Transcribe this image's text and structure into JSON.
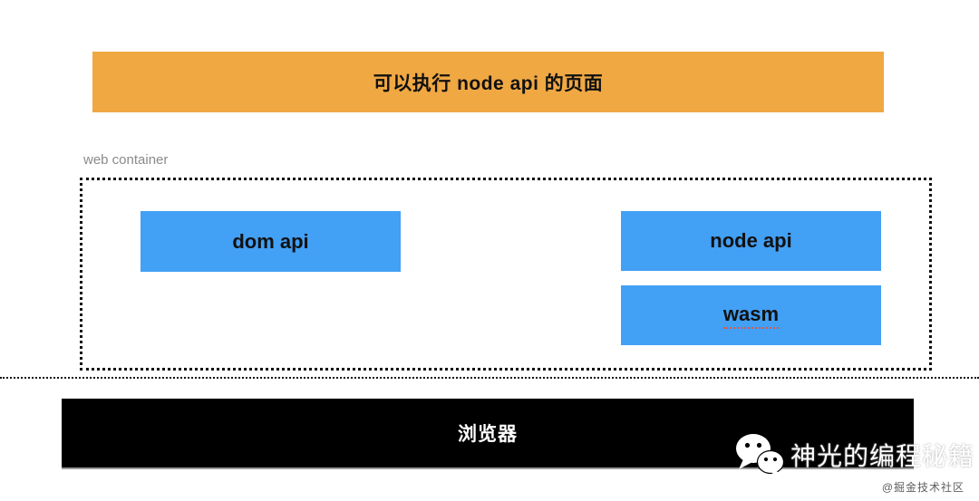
{
  "banner": {
    "label": "可以执行 node api 的页面"
  },
  "container": {
    "label": "web container",
    "boxes": [
      {
        "label": "dom api"
      },
      {
        "label": "node api"
      },
      {
        "label": "wasm"
      }
    ]
  },
  "browser_bar": {
    "label": "浏览器"
  },
  "watermark": {
    "icon": "wechat-icon",
    "title": "神光的编程秘籍",
    "subtitle": "@掘金技术社区"
  },
  "colors": {
    "banner_orange": "#F0A843",
    "box_blue": "#42A0F5",
    "browser_black": "#000000",
    "label_gray": "#8a8a8a",
    "misspell_red": "#d9594c"
  }
}
